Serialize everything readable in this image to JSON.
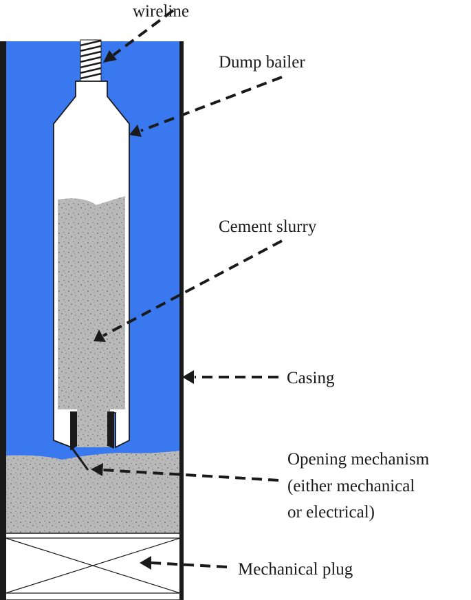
{
  "labels": {
    "wireline": "wireline",
    "dump_bailer": "Dump bailer",
    "cement_slurry": "Cement slurry",
    "casing": "Casing",
    "opening_mechanism": [
      "Opening mechanism",
      "(either mechanical",
      "or electrical)"
    ],
    "mechanical_plug": "Mechanical plug"
  },
  "colors": {
    "well_fluid": "#3a78f0",
    "cement": "#b9b9b9",
    "casing_wall": "#1a1a1a",
    "bailer_body": "#ffffff",
    "plug_fill": "#ffffff"
  }
}
